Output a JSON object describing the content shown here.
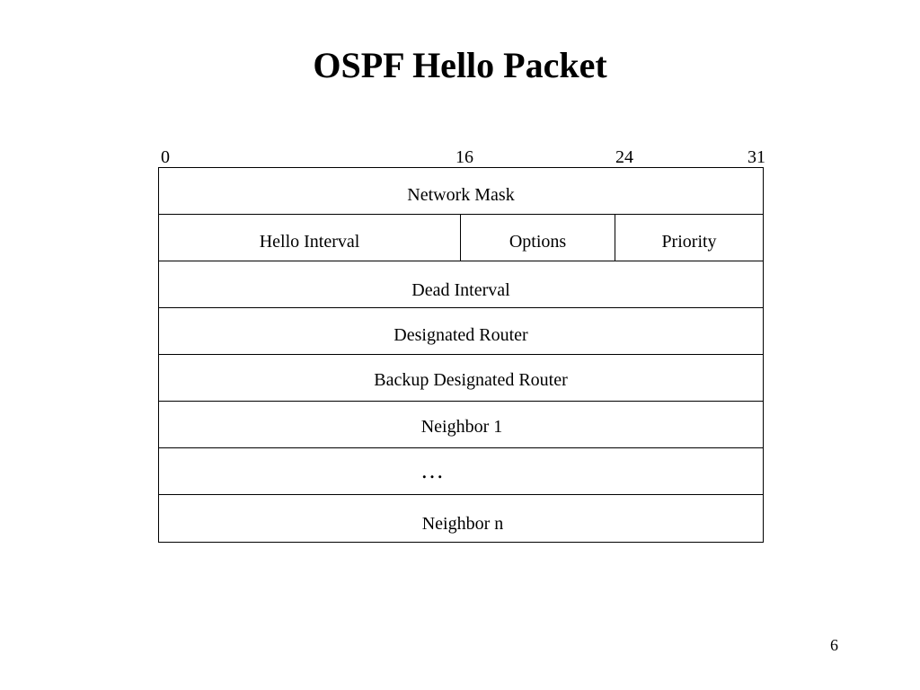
{
  "title": "OSPF Hello Packet",
  "bit_labels": {
    "b0": "0",
    "b16": "16",
    "b24": "24",
    "b31": "31"
  },
  "fields": {
    "network_mask": "Network Mask",
    "hello_interval": "Hello Interval",
    "options": "Options",
    "priority": "Priority",
    "dead_interval": "Dead Interval",
    "designated_router": "Designated Router",
    "backup_designated_router": "Backup Designated Router",
    "neighbor_1": "Neighbor 1",
    "ellipsis": "…",
    "neighbor_n": "Neighbor n"
  },
  "page_number": "6"
}
